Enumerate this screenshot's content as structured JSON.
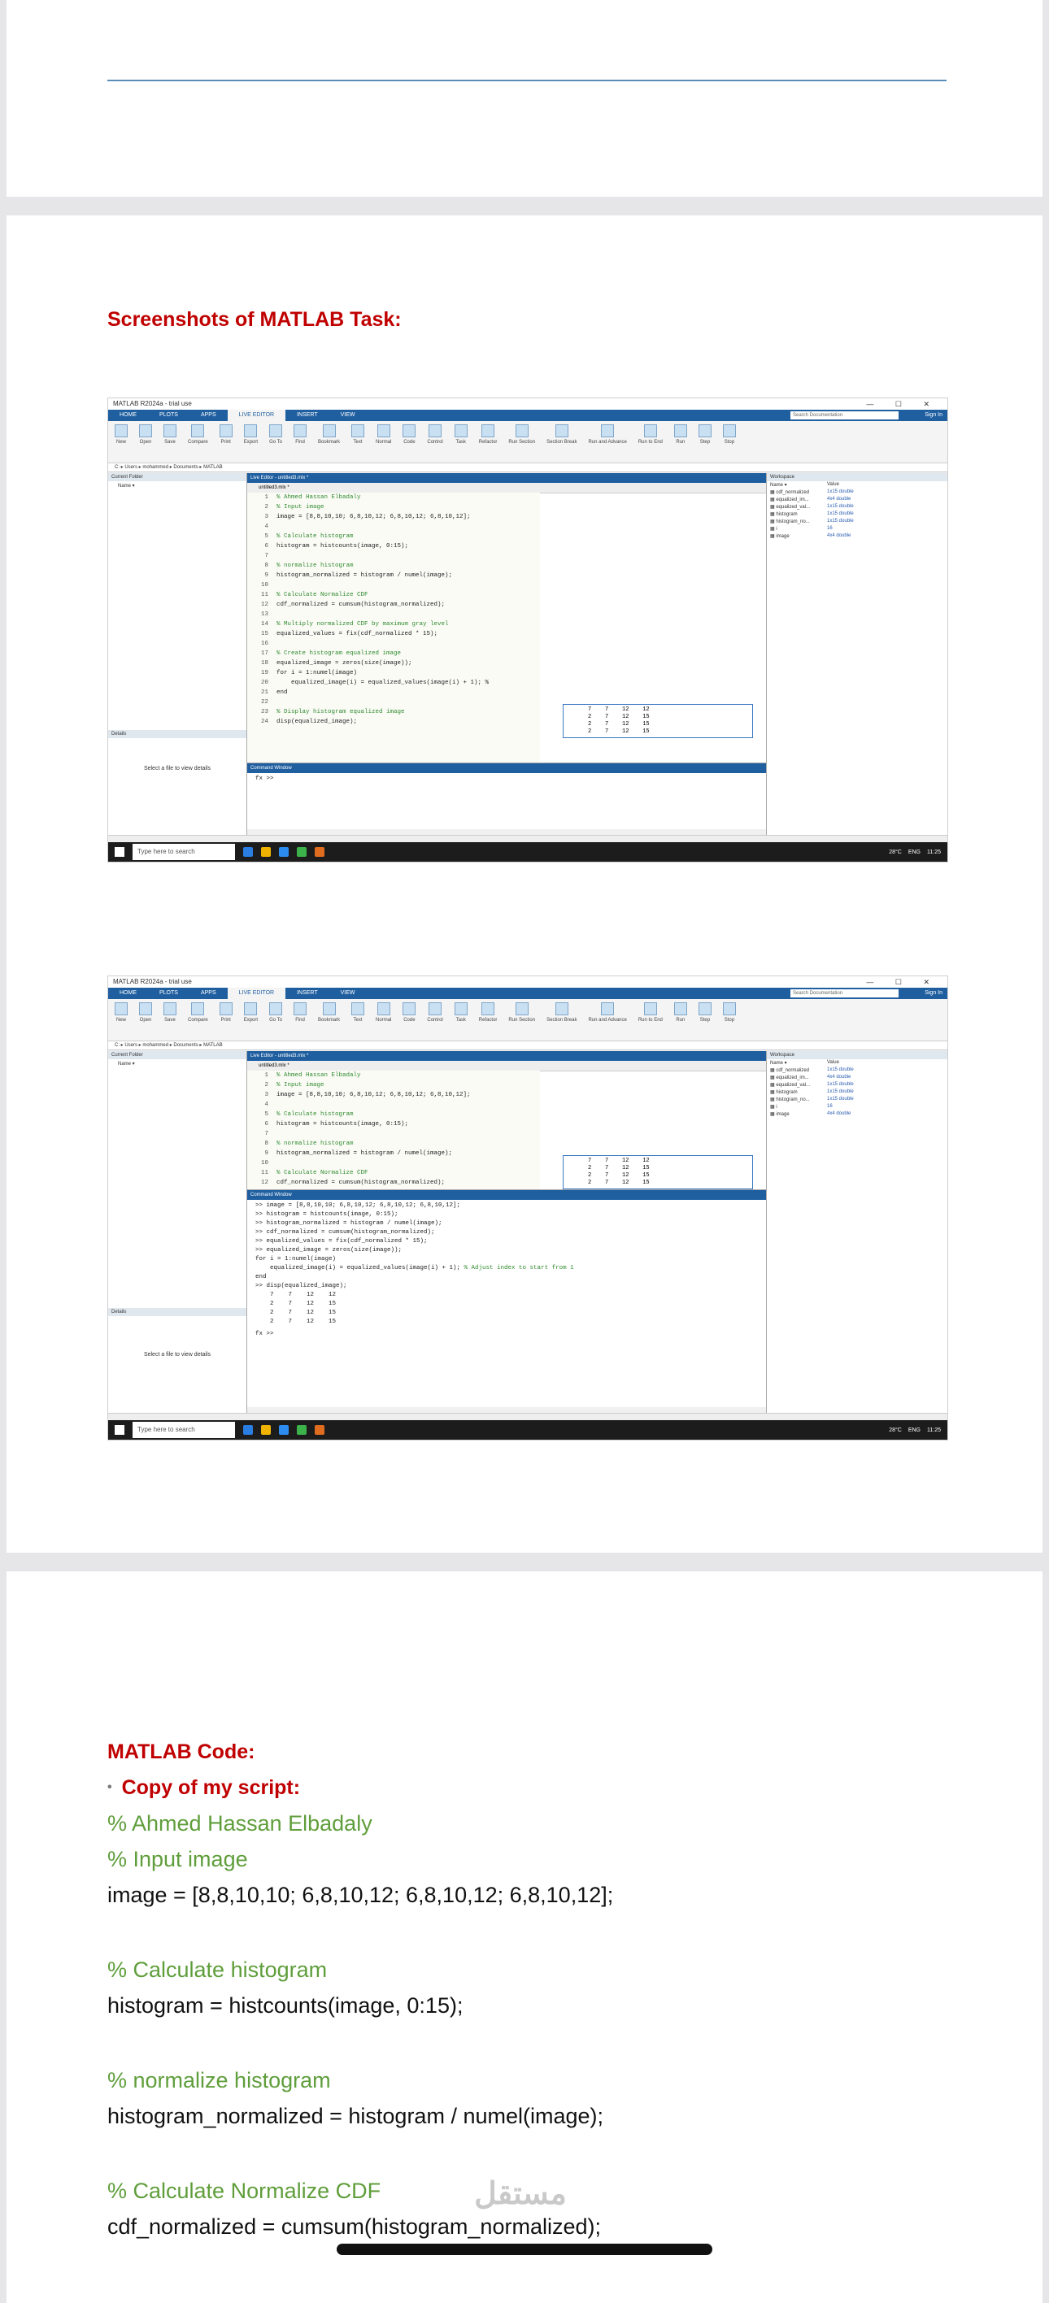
{
  "section1_heading": "Screenshots of MATLAB Task:",
  "matlab": {
    "window_title": "MATLAB R2024a - trial use",
    "tabs": [
      "HOME",
      "PLOTS",
      "APPS",
      "LIVE EDITOR",
      "INSERT",
      "VIEW"
    ],
    "active_tab": "LIVE EDITOR",
    "search_placeholder": "Search Documentation",
    "sign_in": "Sign In",
    "ribbon": [
      "New",
      "Open",
      "Save",
      "Compare",
      "Print",
      "Export",
      "Go To",
      "Find",
      "Bookmark",
      "Text",
      "Normal",
      "Code",
      "Control",
      "Task",
      "Refactor",
      "Run Section",
      "Section Break",
      "Run and Advance",
      "Run to End",
      "Run",
      "Step",
      "Stop"
    ],
    "path": "C: ▸ Users ▸ mohammed ▸ Documents ▸ MATLAB",
    "current_folder": "Current Folder",
    "name_col": "Name ▾",
    "details": "Details",
    "details_msg": "Select a file to view details",
    "editor_title": "Live Editor - untitled3.mlx *",
    "editor_tab": "untitled3.mlx *",
    "command_window": "Command Window",
    "workspace": "Workspace",
    "ws_cols": [
      "Name ▾",
      "Value"
    ],
    "workspace_vars": [
      {
        "name": "cdf_normalized",
        "value": "1x15 double"
      },
      {
        "name": "equalized_im...",
        "value": "4x4 double"
      },
      {
        "name": "equalized_val...",
        "value": "1x15 double"
      },
      {
        "name": "histogram",
        "value": "1x15 double"
      },
      {
        "name": "histogram_no...",
        "value": "1x15 double"
      },
      {
        "name": "i",
        "value": "16"
      },
      {
        "name": "image",
        "value": "4x4 double"
      }
    ],
    "code_lines": [
      {
        "n": "1",
        "t": "% Ahmed Hassan Elbadaly",
        "c": true
      },
      {
        "n": "2",
        "t": "% Input image",
        "c": true
      },
      {
        "n": "3",
        "t": "image = [8,8,10,10; 6,8,10,12; 6,8,10,12; 6,8,10,12];",
        "c": false
      },
      {
        "n": "4",
        "t": "",
        "c": false
      },
      {
        "n": "5",
        "t": "% Calculate histogram",
        "c": true
      },
      {
        "n": "6",
        "t": "histogram = histcounts(image, 0:15);",
        "c": false
      },
      {
        "n": "7",
        "t": "",
        "c": false
      },
      {
        "n": "8",
        "t": "% normalize histogram",
        "c": true
      },
      {
        "n": "9",
        "t": "histogram_normalized = histogram / numel(image);",
        "c": false
      },
      {
        "n": "10",
        "t": "",
        "c": false
      },
      {
        "n": "11",
        "t": "% Calculate Normalize CDF",
        "c": true
      },
      {
        "n": "12",
        "t": "cdf_normalized = cumsum(histogram_normalized);",
        "c": false
      },
      {
        "n": "13",
        "t": "",
        "c": false
      },
      {
        "n": "14",
        "t": "% Multiply normalized CDF by maximum gray level",
        "c": true
      },
      {
        "n": "15",
        "t": "equalized_values = fix(cdf_normalized * 15);",
        "c": false
      },
      {
        "n": "16",
        "t": "",
        "c": false
      },
      {
        "n": "17",
        "t": "% Create histogram equalized image",
        "c": true
      },
      {
        "n": "18",
        "t": "equalized_image = zeros(size(image));",
        "c": false
      },
      {
        "n": "19",
        "t": "for i = 1:numel(image)",
        "c": false
      },
      {
        "n": "20",
        "t": "    equalized_image(i) = equalized_values(image(i) + 1); %",
        "c": false
      },
      {
        "n": "21",
        "t": "end",
        "c": false
      },
      {
        "n": "22",
        "t": "",
        "c": false
      },
      {
        "n": "23",
        "t": "% Display histogram equalized image",
        "c": true
      },
      {
        "n": "24",
        "t": "disp(equalized_image);",
        "c": false
      }
    ],
    "output_rows": [
      "7    7    12    12",
      "2    7    12    15",
      "2    7    12    15",
      "2    7    12    15"
    ],
    "cmd_prompt": "fx >>",
    "cmd_history": [
      ">> image = [8,8,10,10; 6,8,10,12; 6,8,10,12; 6,8,10,12];",
      ">> histogram = histcounts(image, 0:15);",
      ">> histogram_normalized = histogram / numel(image);",
      ">> cdf_normalized = cumsum(histogram_normalized);",
      ">> equalized_values = fix(cdf_normalized * 15);",
      ">> equalized_image = zeros(size(image));",
      "for i = 1:numel(image)",
      "    equalized_image(i) = equalized_values(image(i) + 1);",
      "end",
      ">> disp(equalized_image);"
    ],
    "cmd_comment": "% Adjust index to start from 1",
    "taskbar_search": "Type here to search",
    "weather": "28°C",
    "lang": "ENG",
    "clock": "11:25"
  },
  "section2": {
    "heading": "MATLAB Code:",
    "subheading": "Copy of my script:",
    "lines": [
      {
        "t": "% Ahmed Hassan Elbadaly",
        "c": true
      },
      {
        "t": "% Input image",
        "c": true
      },
      {
        "t": "image = [8,8,10,10; 6,8,10,12; 6,8,10,12; 6,8,10,12];",
        "c": false
      },
      {
        "t": "",
        "c": false
      },
      {
        "t": "% Calculate histogram",
        "c": true
      },
      {
        "t": "histogram = histcounts(image, 0:15);",
        "c": false
      },
      {
        "t": "",
        "c": false
      },
      {
        "t": "% normalize histogram",
        "c": true
      },
      {
        "t": "histogram_normalized = histogram / numel(image);",
        "c": false
      },
      {
        "t": "",
        "c": false
      },
      {
        "t": "% Calculate Normalize CDF",
        "c": true
      },
      {
        "t": "cdf_normalized = cumsum(histogram_normalized);",
        "c": false
      }
    ]
  },
  "watermark": "مستقل"
}
